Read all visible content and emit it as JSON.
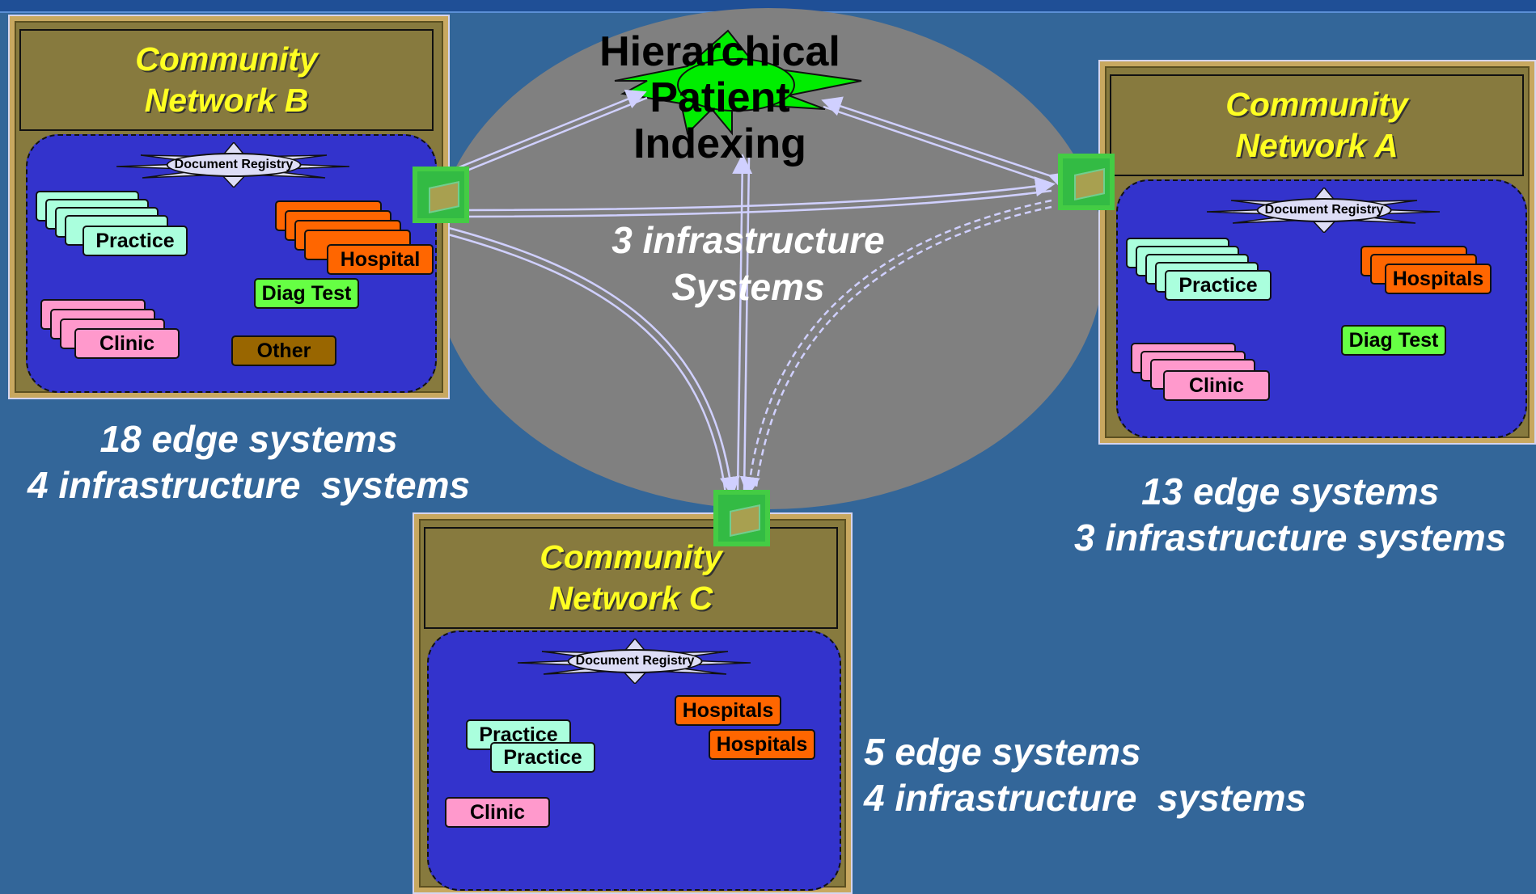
{
  "hpi": {
    "title": "Hierarchical\nPatient\nIndexing",
    "center_caption": "3 infrastructure\nSystems"
  },
  "networkB": {
    "title": "Community\nNetwork B",
    "registry": "Document Registry",
    "practice": "Practice",
    "hospital": "Hospital",
    "diag": "Diag Test",
    "clinic": "Clinic",
    "other": "Other",
    "caption": "18 edge systems\n4 infrastructure  systems"
  },
  "networkA": {
    "title": "Community\nNetwork A",
    "registry": "Document Registry",
    "practice": "Practice",
    "hospitals": "Hospitals",
    "diag": "Diag Test",
    "clinic": "Clinic",
    "caption": "13 edge systems\n3 infrastructure systems"
  },
  "networkC": {
    "title": "Community\nNetwork C",
    "registry": "Document Registry",
    "practice": "Practice",
    "hospitals": "Hospitals",
    "clinic": "Clinic",
    "caption": "5 edge systems\n4 infrastructure  systems"
  },
  "colors": {
    "background": "#336699",
    "ellipse": "#808080",
    "network_area": "#3333cc",
    "title_text": "#ffff22",
    "practice": "#aaffdd",
    "hospital": "#ff6600",
    "clinic": "#ff99cc",
    "diag": "#66ff44",
    "other": "#996600",
    "star": "#00ee00",
    "arrows": "#d0d0ff"
  },
  "icons": [
    "document-registry-star-icon",
    "gateway-book-icon",
    "hpi-star-icon"
  ]
}
